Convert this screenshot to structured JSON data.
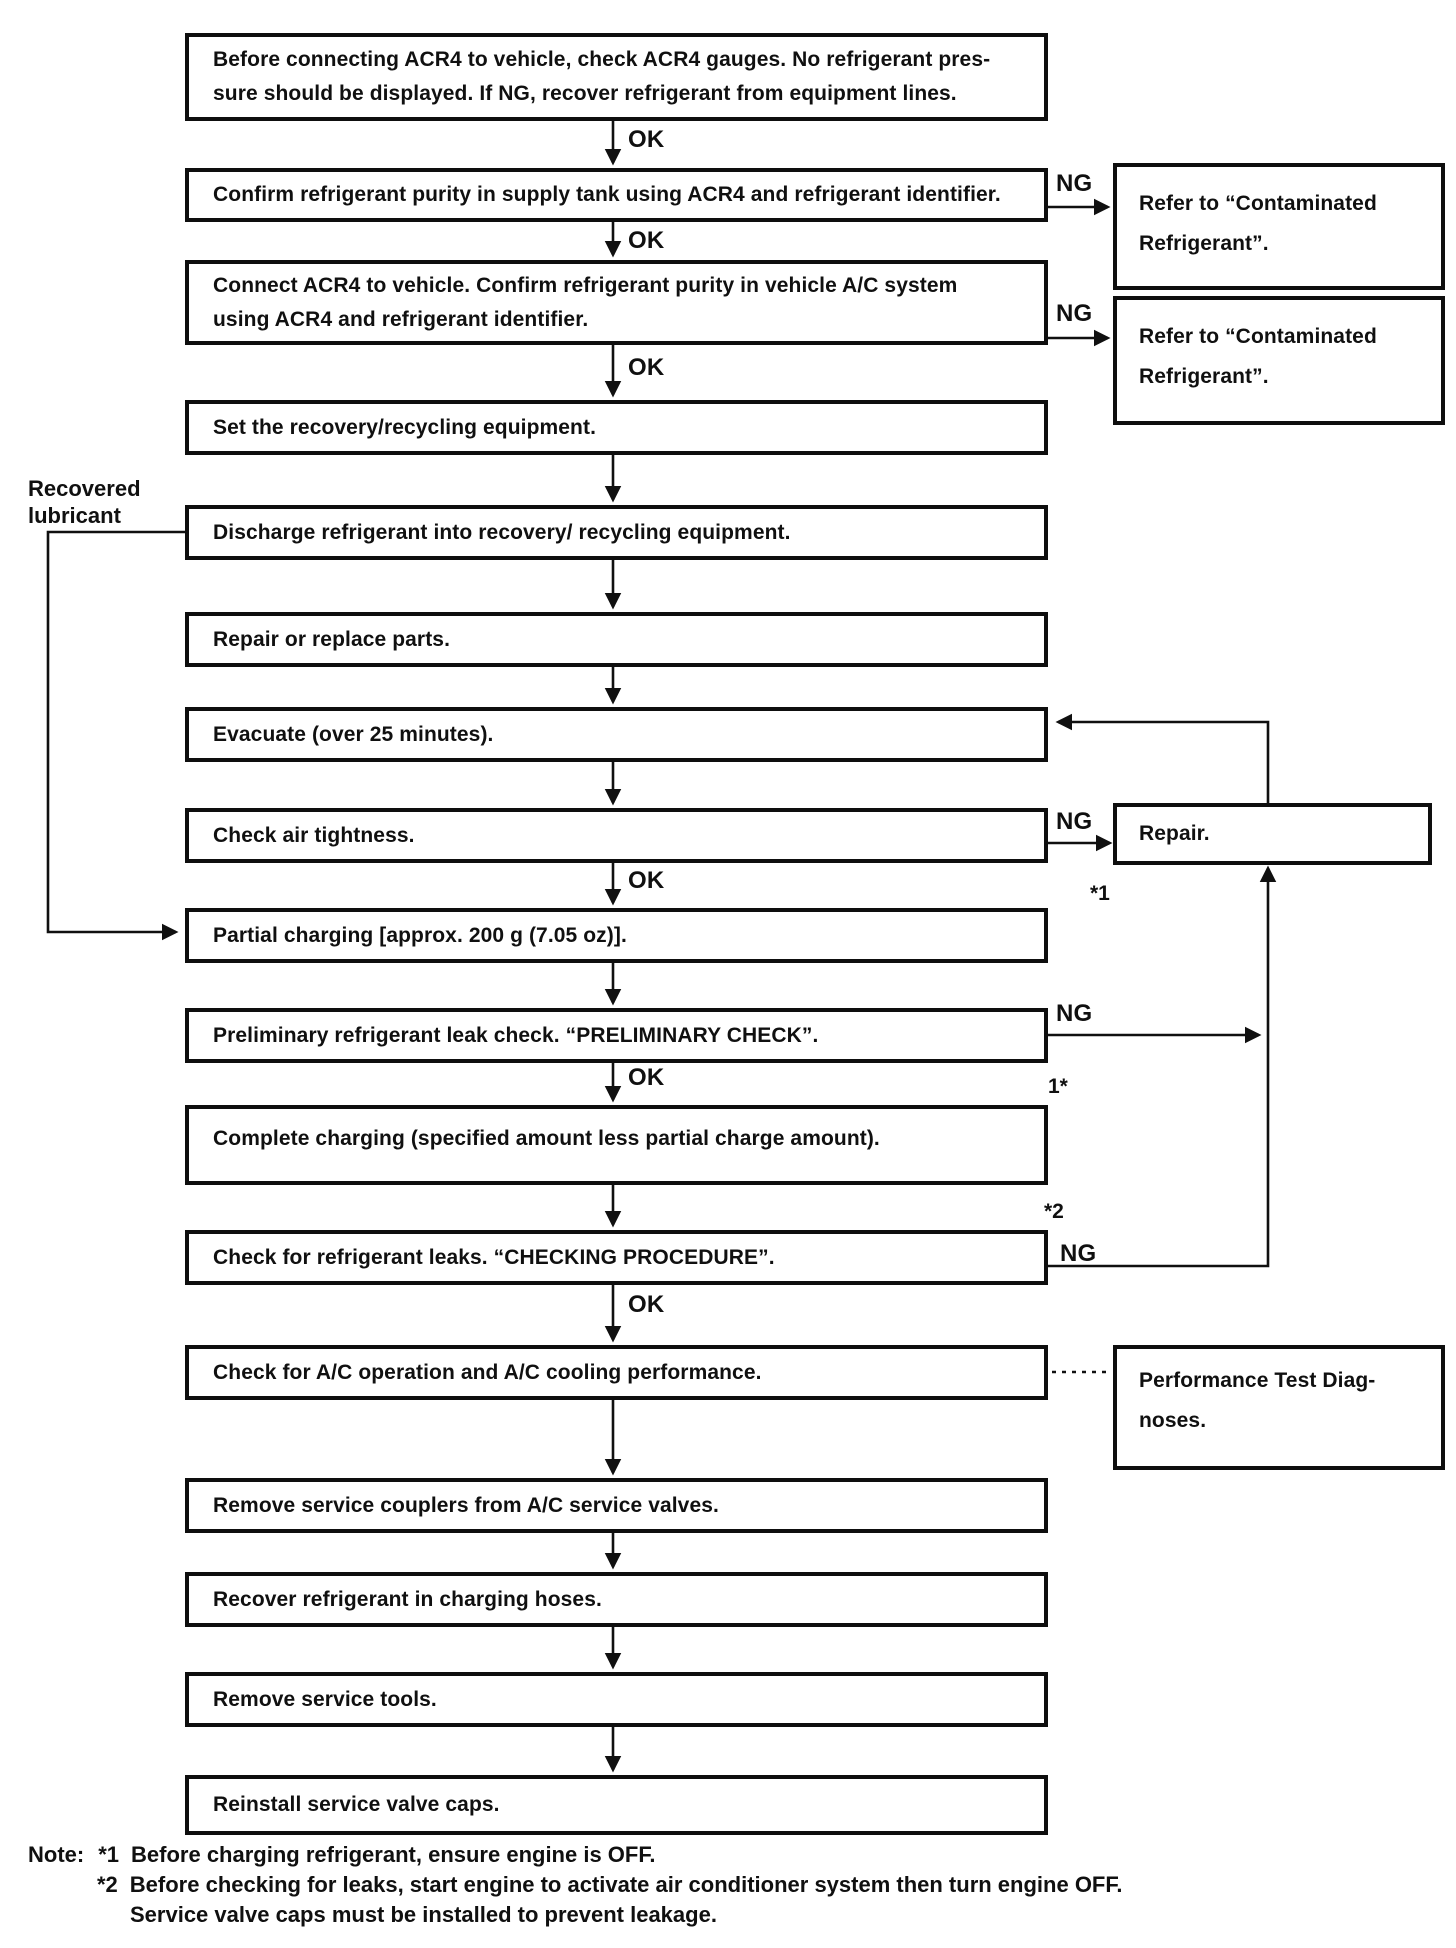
{
  "labels": {
    "ok": "OK",
    "ng": "NG"
  },
  "annotations": {
    "recovered_lubricant": {
      "lines": [
        "Recovered",
        "lubricant"
      ]
    },
    "marker_partial_charging": "*1",
    "marker_complete_charging": "1*",
    "marker_leak_check": "*2"
  },
  "steps": {
    "check_gauges": {
      "lines": [
        "Before connecting ACR4 to vehicle, check ACR4 gauges. No refrigerant pres-",
        "sure should be displayed. If NG, recover refrigerant from equipment lines."
      ]
    },
    "confirm_supply_purity": {
      "text": "Confirm refrigerant purity in supply tank using ACR4 and refrigerant identifier."
    },
    "connect_acr4": {
      "lines": [
        "Connect ACR4 to vehicle. Confirm refrigerant purity in vehicle A/C system",
        "using ACR4 and refrigerant identifier."
      ]
    },
    "set_equipment": {
      "text": "Set the recovery/recycling equipment."
    },
    "discharge": {
      "text": "Discharge refrigerant into recovery/ recycling equipment."
    },
    "repair_replace": {
      "text": "Repair or replace parts."
    },
    "evacuate": {
      "text": "Evacuate (over 25 minutes)."
    },
    "check_air_tightness": {
      "text": "Check air tightness."
    },
    "partial_charging": {
      "text": "Partial charging [approx. 200 g (7.05 oz)]."
    },
    "preliminary_check": {
      "text": "Preliminary refrigerant leak check. “PRELIMINARY CHECK”."
    },
    "complete_charging": {
      "text": "Complete charging (specified amount less partial charge amount)."
    },
    "leak_check": {
      "text": "Check for refrigerant leaks. “CHECKING PROCEDURE”."
    },
    "ac_operation": {
      "text": "Check for A/C operation and A/C cooling performance."
    },
    "remove_couplers": {
      "text": "Remove service couplers from A/C service valves."
    },
    "recover_hoses": {
      "text": "Recover refrigerant in charging hoses."
    },
    "remove_tools": {
      "text": "Remove service tools."
    },
    "reinstall_caps": {
      "text": "Reinstall service valve caps."
    }
  },
  "side_boxes": {
    "contaminated_1": {
      "lines": [
        "Refer to “Contaminated",
        "Refrigerant”."
      ]
    },
    "contaminated_2": {
      "lines": [
        "Refer to “Contaminated",
        "Refrigerant”."
      ]
    },
    "repair": {
      "text": "Repair."
    },
    "performance": {
      "lines": [
        "Performance Test Diag-",
        "noses."
      ]
    }
  },
  "notes": {
    "label": "Note:",
    "items": [
      {
        "marker": "*1",
        "text": "Before charging refrigerant, ensure engine is OFF."
      },
      {
        "marker": "*2",
        "text": "Before checking for leaks, start engine to activate air conditioner system then turn engine OFF."
      },
      {
        "marker": "",
        "text": "Service valve caps must be installed to prevent leakage."
      }
    ]
  }
}
